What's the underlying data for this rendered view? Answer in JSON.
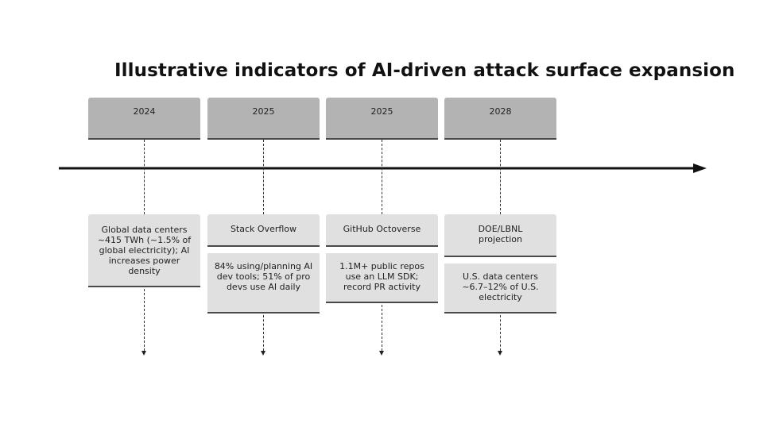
{
  "title": "Illustrative indicators of AI-driven attack surface expansion",
  "events": [
    {
      "year": "2024",
      "source": "",
      "text": "Global data centers ~415 TWh (~1.5% of global electricity); AI increases power density"
    },
    {
      "year": "2025",
      "source": "Stack Overflow",
      "text": "84% using/planning AI dev tools; 51% of pro devs use AI daily"
    },
    {
      "year": "2025",
      "source": "GitHub Octoverse",
      "text": "1.1M+ public repos use an LLM SDK; record PR activity"
    },
    {
      "year": "2028",
      "source": "DOE/LBNL projection",
      "text": "U.S. data centers ~6.7–12% of U.S. electricity"
    }
  ]
}
